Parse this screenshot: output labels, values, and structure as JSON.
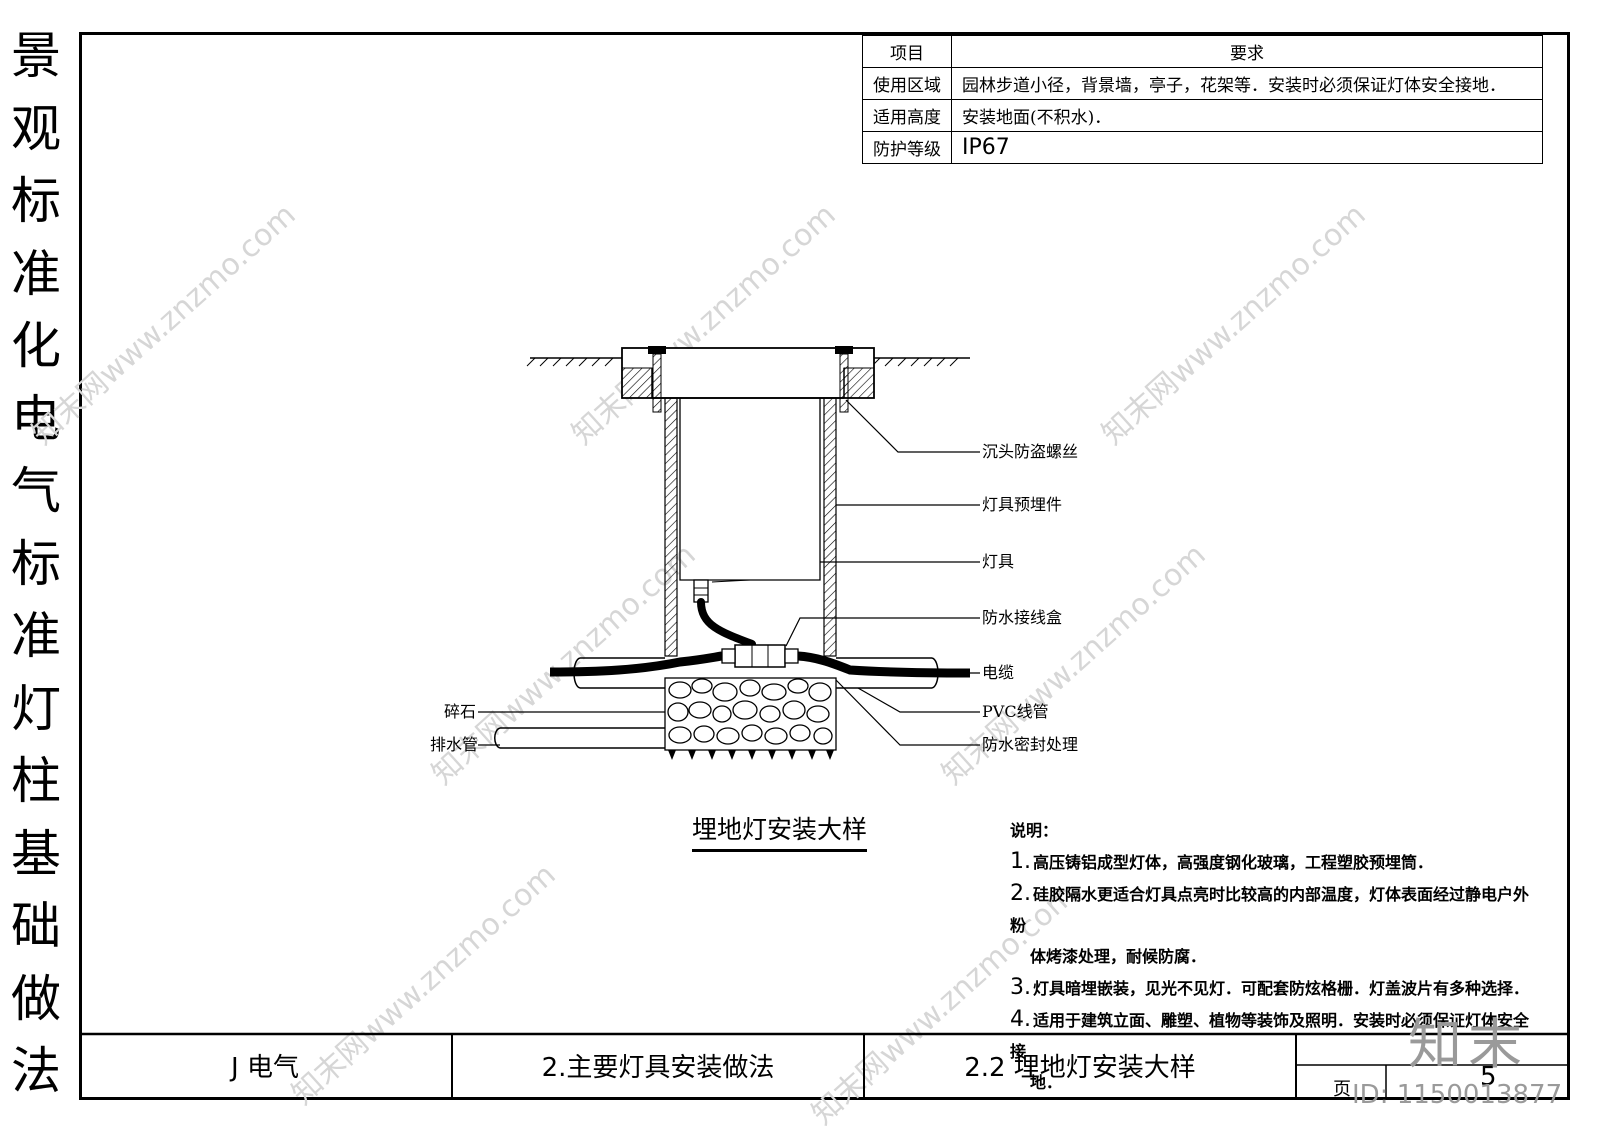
{
  "sheet": {
    "vertical_title": [
      "景",
      "观",
      "标",
      "准",
      "化",
      "电",
      "气",
      "标",
      "准",
      "灯",
      "柱",
      "基",
      "础",
      "做",
      "法"
    ]
  },
  "spec_table": {
    "header": {
      "key": "项目",
      "value": "要求"
    },
    "rows": [
      {
        "key": "使用区域",
        "value": "园林步道小径，背景墙，亭子，花架等．安装时必须保证灯体安全接地．"
      },
      {
        "key": "适用高度",
        "value": "安装地面(不积水)．"
      },
      {
        "key": "防护等级",
        "value": "IP67"
      }
    ]
  },
  "diagram": {
    "labels_right": [
      "沉头防盗螺丝",
      "灯具预埋件",
      "灯具",
      "防水接线盒",
      "电缆",
      "PVC线管",
      "防水密封处理"
    ],
    "labels_left": [
      "碎石",
      "排水管"
    ],
    "caption": "埋地灯安装大样"
  },
  "notes": {
    "heading": "说明：",
    "items": [
      {
        "num": "1.",
        "text": "高压铸铝成型灯体，高强度钢化玻璃，工程塑胶预埋筒．"
      },
      {
        "num": "2.",
        "text": "硅胶隔水更适合灯具点亮时比较高的内部温度，灯体表面经过静电户外粉",
        "cont": "体烤漆处理，耐候防腐．"
      },
      {
        "num": "3.",
        "text": "灯具暗埋嵌装，见光不见灯．可配套防炫格栅．灯盖波片有多种选择．"
      },
      {
        "num": "4.",
        "text": "适用于建筑立面、雕塑、植物等装饰及照明．安装时必须保证灯体安全接",
        "cont": "地．"
      }
    ]
  },
  "title_block": {
    "category": "J 电气",
    "section": "2.主要灯具安装做法",
    "drawing": "2.2 埋地灯安装大样",
    "page_label": "页",
    "page_number": "5"
  },
  "watermark": {
    "text": "知末网www.znzmo.com",
    "brand": "知末",
    "id": "ID: 1150013877"
  }
}
